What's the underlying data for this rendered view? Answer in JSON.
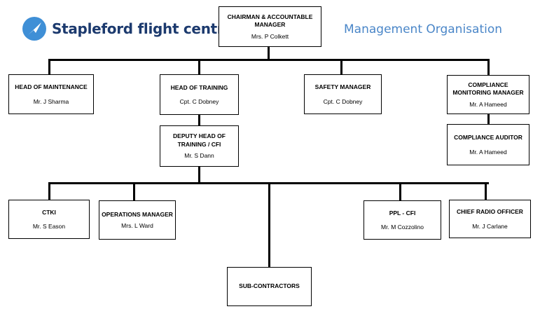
{
  "header": {
    "logo_text": "Stapleford flight centre",
    "page_title": "Management Organisation"
  },
  "org": {
    "chairman": {
      "title": "CHAIRMAN & ACCOUNTABLE MANAGER",
      "name": "Mrs. P Colkett"
    },
    "head_maintenance": {
      "title": "HEAD OF MAINTENANCE",
      "name": "Mr. J Sharma"
    },
    "head_training": {
      "title": "HEAD OF TRAINING",
      "name": "Cpt. C Dobney"
    },
    "safety_manager": {
      "title": "SAFETY MANAGER",
      "name": "Cpt. C Dobney"
    },
    "compliance_monitoring": {
      "title": "COMPLIANCE MONITORING MANAGER",
      "name": "Mr. A Hameed"
    },
    "compliance_auditor": {
      "title": "COMPLIANCE AUDITOR",
      "name": "Mr. A Hameed"
    },
    "deputy_head_training": {
      "title": "DEPUTY HEAD OF TRAINING / CFI",
      "name": "Mr. S Dann"
    },
    "ctki": {
      "title": "CTKI",
      "name": "Mr. S Eason"
    },
    "operations_manager": {
      "title": "OPERATIONS MANAGER",
      "name": "Mrs. L Ward"
    },
    "ppl_cfi": {
      "title": "PPL - CFI",
      "name": "Mr. M Cozzolino"
    },
    "chief_radio_officer": {
      "title": "CHIEF RADIO OFFICER",
      "name": "Mr. J Carlane"
    },
    "sub_contractors": {
      "title": "SUB-CONTRACTORS"
    }
  },
  "colors": {
    "logo_blue": "#1c3a6e",
    "title_blue": "#4a86c8"
  }
}
